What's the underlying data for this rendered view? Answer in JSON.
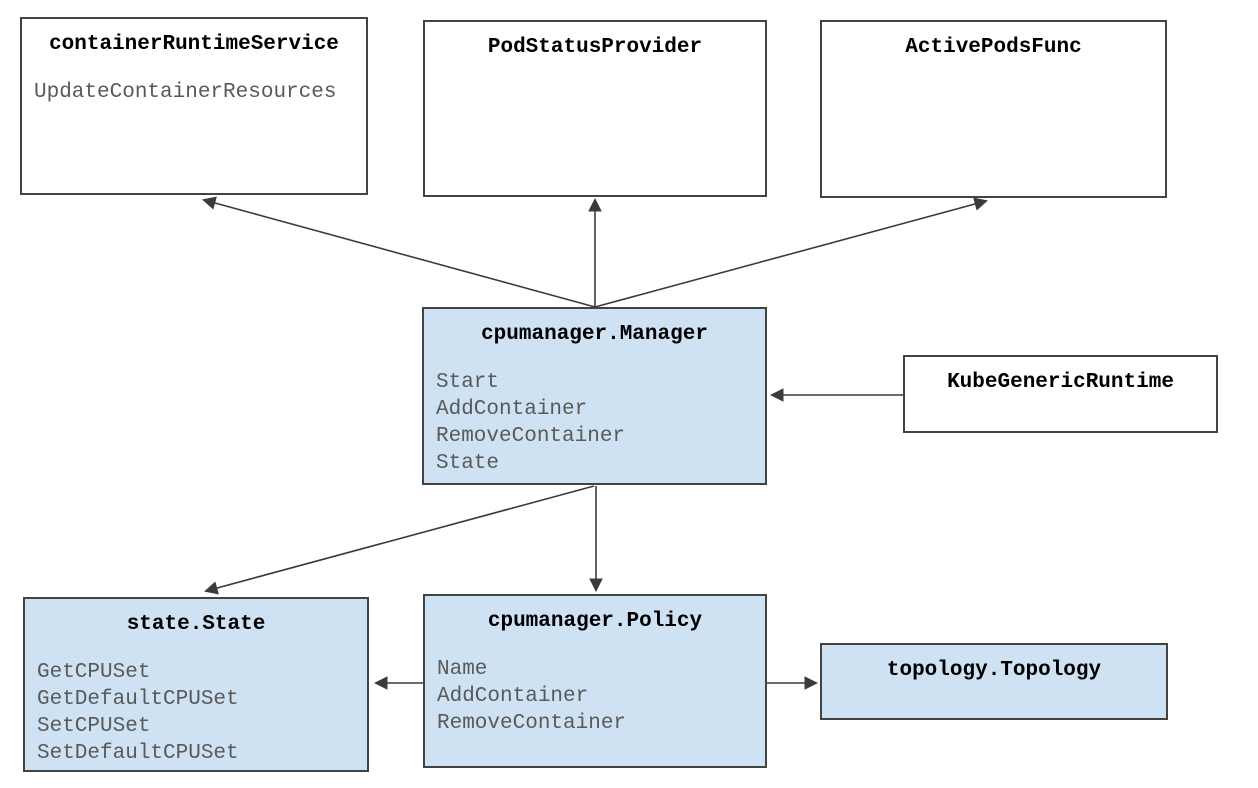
{
  "diagram": {
    "colors": {
      "background": "#ffffff",
      "box_fill_highlight": "#cfe2f3",
      "box_fill_plain": "#ffffff",
      "border": "#434343",
      "title_text": "#000000",
      "method_text": "#595959",
      "arrow": "#3b3b3b"
    },
    "boxes": [
      {
        "title": "containerRuntimeService",
        "methods": [
          "UpdateContainerResources"
        ],
        "fill": "plain"
      },
      {
        "title": "PodStatusProvider",
        "methods": [],
        "fill": "plain"
      },
      {
        "title": "ActivePodsFunc",
        "methods": [],
        "fill": "plain"
      },
      {
        "title": "cpumanager.Manager",
        "methods": [
          "Start",
          "AddContainer",
          "RemoveContainer",
          "State"
        ],
        "fill": "highlight"
      },
      {
        "title": "KubeGenericRuntime",
        "methods": [],
        "fill": "plain"
      },
      {
        "title": "state.State",
        "methods": [
          "GetCPUSet",
          "GetDefaultCPUSet",
          "SetCPUSet",
          "SetDefaultCPUSet"
        ],
        "fill": "highlight"
      },
      {
        "title": "cpumanager.Policy",
        "methods": [
          "Name",
          "AddContainer",
          "RemoveContainer"
        ],
        "fill": "highlight"
      },
      {
        "title": "topology.Topology",
        "methods": [],
        "fill": "highlight"
      }
    ],
    "edges": [
      {
        "from": "cpumanager.Manager",
        "to": "containerRuntimeService"
      },
      {
        "from": "cpumanager.Manager",
        "to": "PodStatusProvider"
      },
      {
        "from": "cpumanager.Manager",
        "to": "ActivePodsFunc"
      },
      {
        "from": "KubeGenericRuntime",
        "to": "cpumanager.Manager"
      },
      {
        "from": "cpumanager.Manager",
        "to": "state.State"
      },
      {
        "from": "cpumanager.Manager",
        "to": "cpumanager.Policy"
      },
      {
        "from": "cpumanager.Policy",
        "to": "state.State"
      },
      {
        "from": "cpumanager.Policy",
        "to": "topology.Topology"
      }
    ]
  }
}
